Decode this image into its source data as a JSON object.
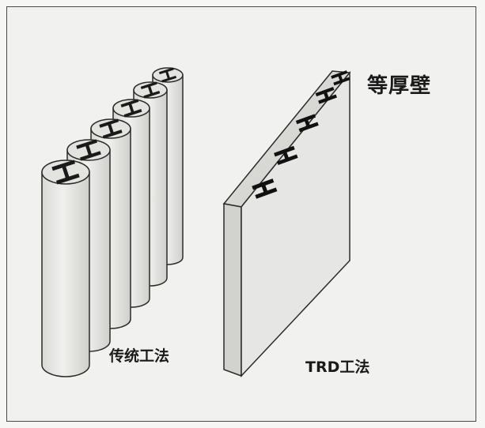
{
  "labels": {
    "wall_type": "等厚壁",
    "traditional_method": "传统工法",
    "trd_method": "TRD工法"
  },
  "colors": {
    "ink": "#1a1a1a",
    "column_fill": "#e9e9e7",
    "column_shade": "#d6d6d3",
    "wall_front": "#e4e4e2",
    "wall_side": "#cfcfcc",
    "wall_top": "#dadad7",
    "frame": "#4a4a4a"
  }
}
